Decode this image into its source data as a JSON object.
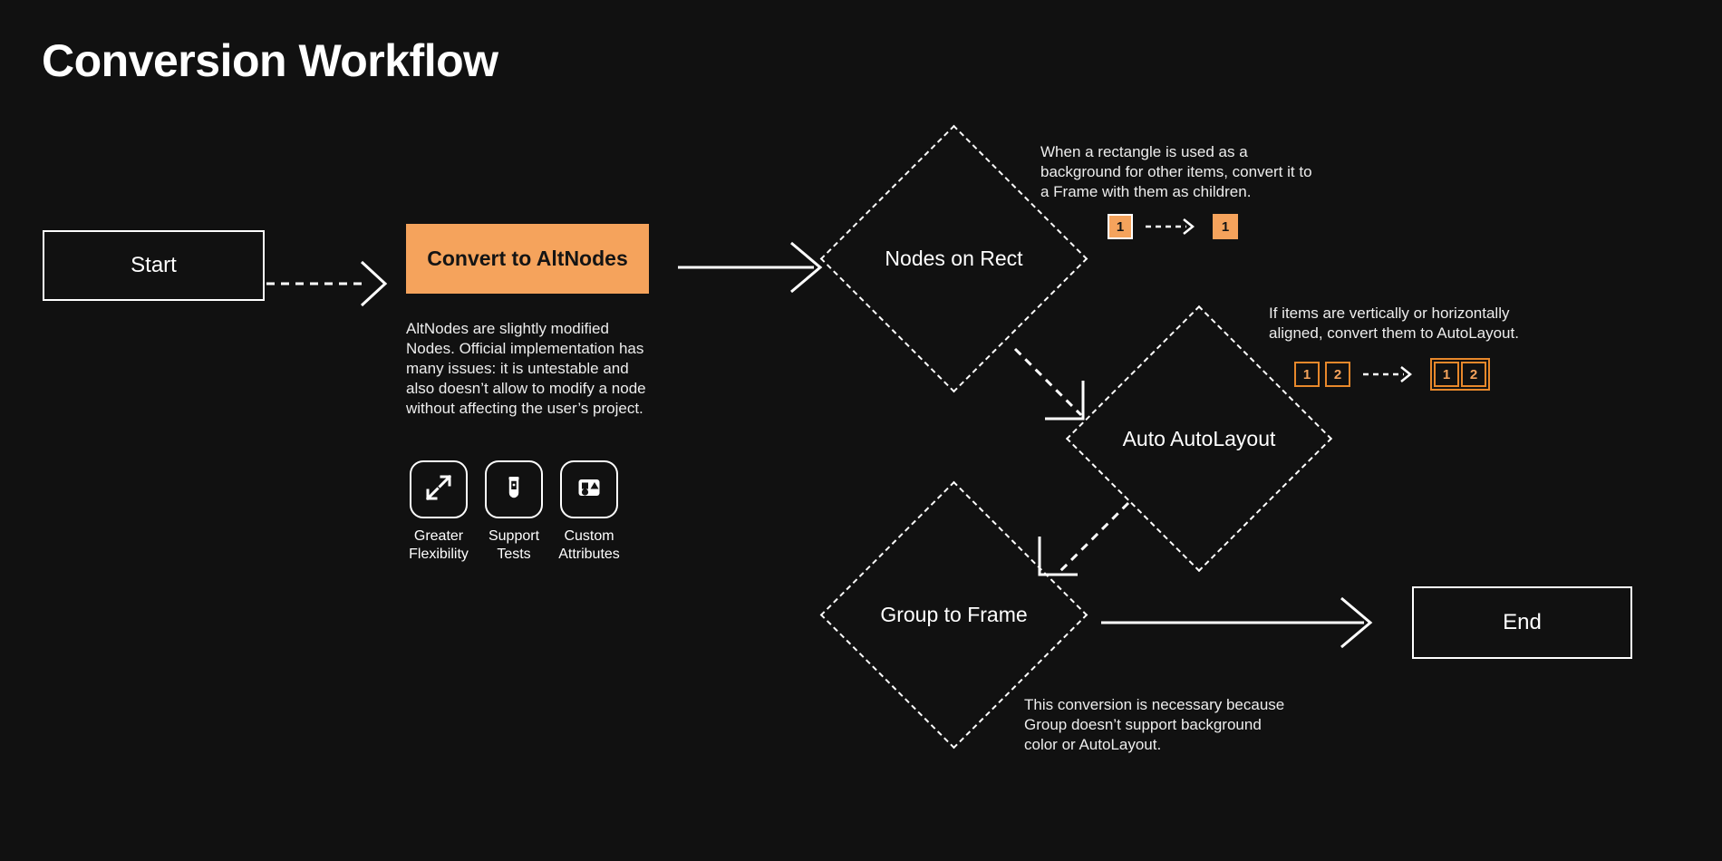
{
  "page": {
    "title": "Conversion Workflow",
    "background_color": "#111111",
    "accent_color": "#F5A35C",
    "accent_outline_color": "#E8882B",
    "text_color": "#FFFFFF"
  },
  "nodes": {
    "start": {
      "label": "Start",
      "type": "terminator"
    },
    "convert": {
      "label": "Convert to AltNodes",
      "type": "process"
    },
    "nodes_on_rect": {
      "label": "Nodes on Rect",
      "type": "decision"
    },
    "auto_autolayout": {
      "label": "Auto AutoLayout",
      "type": "decision"
    },
    "group_to_frame": {
      "label": "Group to Frame",
      "type": "decision"
    },
    "end": {
      "label": "End",
      "type": "terminator"
    }
  },
  "descriptions": {
    "altnodes": "AltNodes are slightly modified Nodes. Official implementation has many issues: it is untestable and also doesn’t allow to modify a node without affecting the user’s project.",
    "nodes_on_rect_note": "When a rectangle is used as a background for other items, convert it to a Frame with them as children.",
    "auto_autolayout_note": "If items are vertically or horizontally aligned, convert them to AutoLayout.",
    "group_to_frame_note": "This conversion is necessary because Group doesn’t support background color or AutoLayout."
  },
  "features": [
    {
      "icon": "expand-arrows-icon",
      "line1": "Greater",
      "line2": "Flexibility"
    },
    {
      "icon": "test-tube-icon",
      "line1": "Support",
      "line2": "Tests"
    },
    {
      "icon": "shapes-icon",
      "line1": "Custom",
      "line2": "Attributes"
    }
  ],
  "badge_diagrams": {
    "nodes_on_rect": {
      "before": [
        {
          "label": "1",
          "style": "solid-white-border"
        }
      ],
      "after": [
        {
          "label": "1",
          "style": "solid-plain"
        }
      ],
      "arrow": "dashed-arrow-right"
    },
    "auto_autolayout": {
      "before": [
        {
          "label": "1",
          "style": "outline"
        },
        {
          "label": "2",
          "style": "outline"
        }
      ],
      "after": [
        {
          "label": "1",
          "style": "outline"
        },
        {
          "label": "2",
          "style": "outline"
        }
      ],
      "after_grouped": true,
      "arrow": "dashed-arrow-right"
    }
  },
  "connectors": [
    {
      "from": "start",
      "to": "convert",
      "style": "dashed",
      "direction": "right"
    },
    {
      "from": "convert",
      "to": "nodes_on_rect",
      "style": "solid",
      "direction": "right"
    },
    {
      "from": "nodes_on_rect",
      "to": "auto_autolayout",
      "style": "dashed",
      "direction": "down-right"
    },
    {
      "from": "auto_autolayout",
      "to": "group_to_frame",
      "style": "dashed",
      "direction": "down-left"
    },
    {
      "from": "group_to_frame",
      "to": "end",
      "style": "solid",
      "direction": "right"
    }
  ]
}
